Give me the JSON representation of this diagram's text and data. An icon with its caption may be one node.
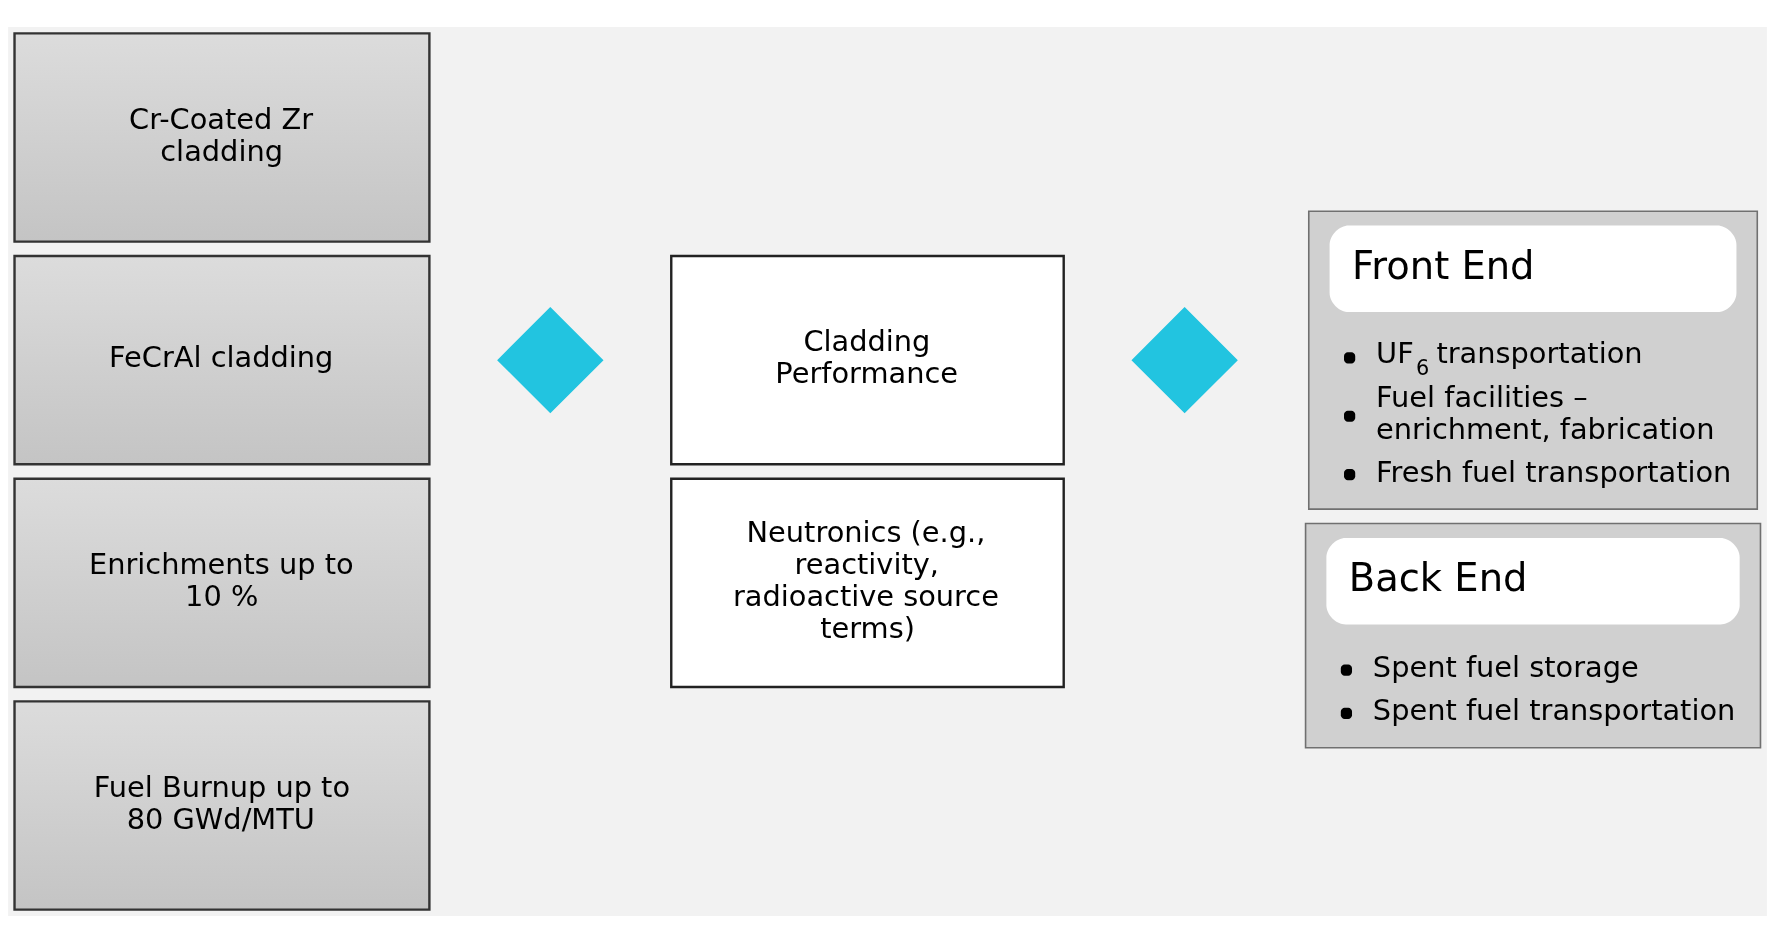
{
  "diagram": {
    "nodes": [
      {
        "text": [
          "Cr-Coated Zr cladding"
        ]
      },
      {
        "text": [
          "FeCrAl cladding"
        ]
      },
      {
        "text": [
          "Enrichments up to 10 %"
        ]
      },
      {
        "text": [
          "Fuel Burnup up to 80 GWd/MTU"
        ]
      },
      {
        "text": [],
        "shape": "diamond"
      },
      {
        "text": [
          "Cladding Performance"
        ]
      },
      {
        "text": [
          "Neutronics (e.g., reactivity, radioactive source terms)"
        ]
      },
      {
        "text": [],
        "shape": "diamond"
      },
      {
        "text": [
          "Front End",
          "UF$_{6}$ transportation",
          "Fuel facilities – enrichment, fabrication",
          "Fresh fuel transportation"
        ]
      },
      {
        "text": [
          "Back End",
          "Spent fuel storage",
          "Spent fuel transportation"
        ]
      }
    ]
  }
}
